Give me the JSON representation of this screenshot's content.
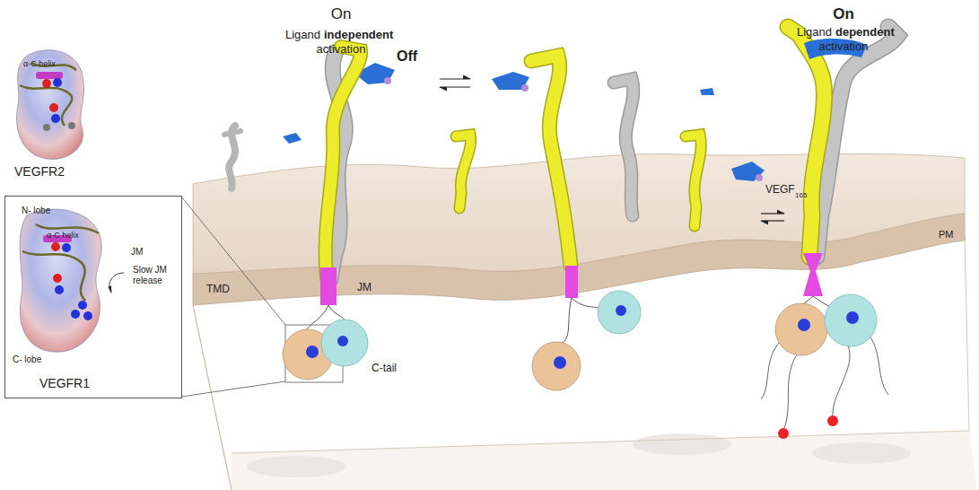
{
  "diagram": {
    "nodes": [
      {
        "text": [
          "N- lobe",
          "α-C helix",
          "JM",
          "Slow JM release",
          "C- lobe",
          "VEGFR1"
        ]
      }
    ],
    "labels": [
      "On",
      "Ligand",
      "independent",
      "activation",
      "Off",
      "On",
      "Ligand",
      "dependent",
      "activation",
      "α-C helix",
      "VEGFR2",
      "TMD",
      "JM",
      "C-tail",
      "VEGF",
      "165",
      "PM"
    ]
  }
}
